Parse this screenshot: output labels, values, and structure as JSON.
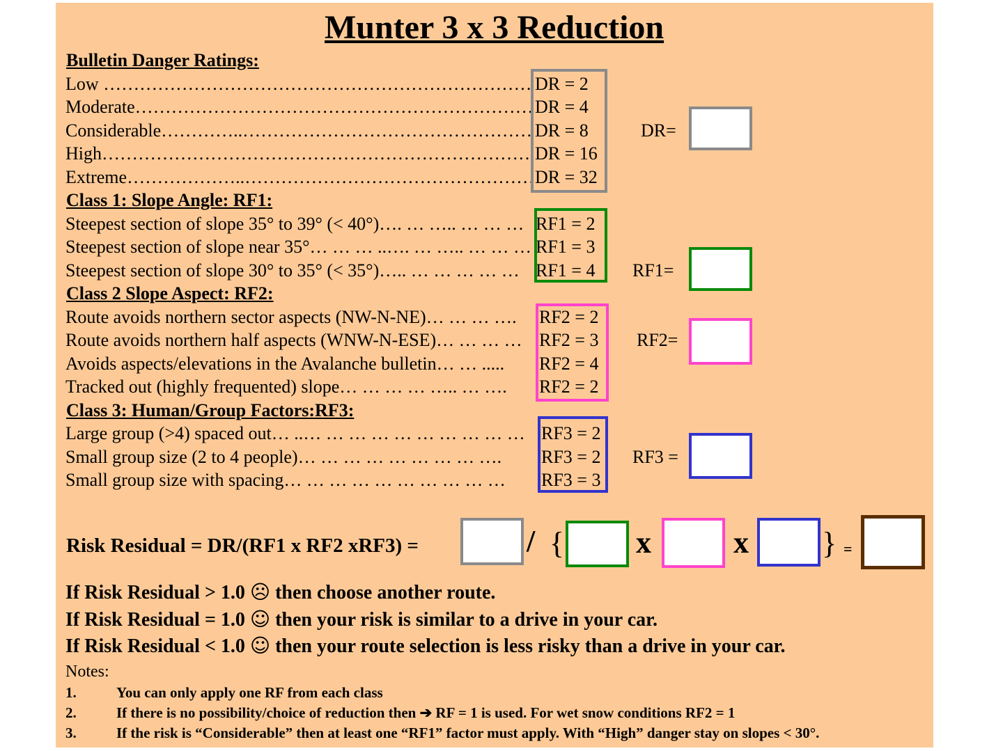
{
  "title": "Munter 3 x 3 Reduction",
  "danger": {
    "heading": "Bulletin Danger Ratings:",
    "items": [
      {
        "text": "Low ………………………………………………………………………………………………....",
        "value": "DR = 2"
      },
      {
        "text": "Moderate………………………………………………………………………………………....",
        "value": "DR = 4"
      },
      {
        "text": "Considerable…………..………………………………………………………………….....",
        "value": "DR = 8"
      },
      {
        "text": "High…………………………………………………………………………………………......",
        "value": "DR = 16"
      },
      {
        "text": "Extreme………………..…………………………………………………………………....",
        "value": "DR = 32"
      }
    ],
    "input_label": "DR="
  },
  "slope": {
    "heading": "Class 1: Slope Angle: RF1:",
    "items": [
      {
        "text": "Steepest section of slope 35° to 39° (< 40°)…. … ….. … … …",
        "value": "RF1 = 2"
      },
      {
        "text": "Steepest section of slope near 35°… … … ..…. … ….. … … …",
        "value": "RF1 = 3"
      },
      {
        "text": "Steepest section of slope 30° to 35° (< 35°)….. … … … … …",
        "value": "RF1 = 4"
      }
    ],
    "input_label": "RF1="
  },
  "aspect": {
    "heading": "Class 2 Slope Aspect: RF2:",
    "items": [
      {
        "text": "Route avoids northern sector aspects (NW-N-NE)… … … ….",
        "value": "RF2 = 2"
      },
      {
        "text": "Route avoids northern half aspects (WNW-N-ESE)… … … …",
        "value": "RF2 = 3"
      },
      {
        "text": "Avoids aspects/elevations in the Avalanche bulletin… … .....",
        "value": "RF2 = 4"
      },
      {
        "text": "Tracked out (highly frequented) slope… … … … ….. … ….",
        "value": "RF2 = 2"
      }
    ],
    "input_label": "RF2="
  },
  "human": {
    "heading": "Class 3: Human/Group Factors:RF3:",
    "items": [
      {
        "text": "Large group (>4) spaced out… ..… … … … … … … … … …",
        "value": "RF3 = 2"
      },
      {
        "text": "Small group size (2 to 4 people)… … … … … … … … ….",
        "value": "RF3 = 2"
      },
      {
        "text": "Small group size with spacing… … … … … … … … … …",
        "value": "RF3 = 3"
      }
    ],
    "input_label": "RF3 ="
  },
  "formula": {
    "label": "Risk Residual = DR/(RF1 x RF2 xRF3) =",
    "divide": "/",
    "open_brace": "{",
    "times1": "x",
    "times2": "x",
    "close_brace": "}",
    "equals": "="
  },
  "conclusions": [
    {
      "prefix": "If Risk Residual > 1.0 ",
      "face": "☹",
      "suffix": " then choose another route."
    },
    {
      "prefix": "If Risk Residual = 1.0 ",
      "face": "☺",
      "suffix": " then your risk is similar to a drive in your car."
    },
    {
      "prefix": "If Risk Residual < 1.0 ",
      "face": "☺",
      "suffix": " then your route selection is less risky than a drive in your car."
    }
  ],
  "notes": {
    "heading": "Notes:",
    "items": [
      {
        "num": "1.",
        "text": "You can only apply one RF from each class"
      },
      {
        "num": "2.",
        "text": "If there is no possibility/choice of reduction then ➔ RF = 1 is used. For wet snow conditions RF2 = 1"
      },
      {
        "num": "3.",
        "text": "If the risk is “Considerable” then at least one “RF1” factor must apply. With “High” danger stay on slopes < 30°."
      }
    ]
  },
  "colors": {
    "background": "#fdca97",
    "dr_box": "#8a8a8a",
    "rf1_box": "#0a8a0a",
    "rf2_box": "#ff44cc",
    "rf3_box": "#3333cc",
    "result_box": "#5a2e00"
  }
}
